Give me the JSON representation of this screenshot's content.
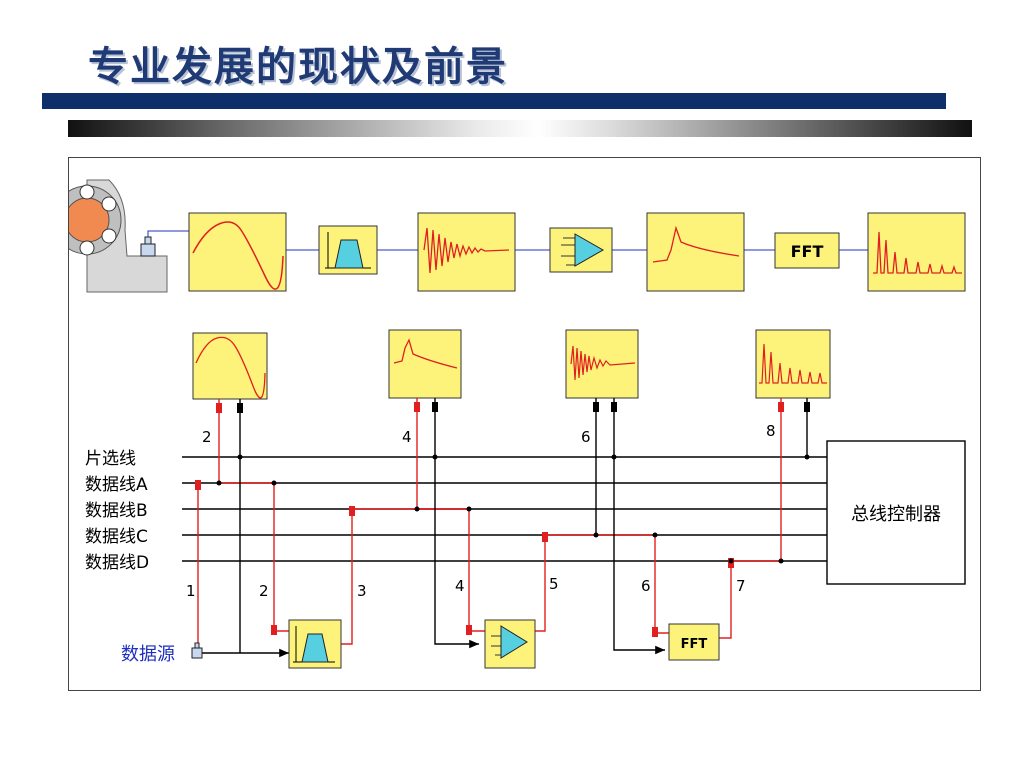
{
  "title": "专业发展的现状及前景",
  "diagram": {
    "fft_label": "FFT",
    "bus_lines": [
      "片选线",
      "数据线A",
      "数据线B",
      "数据线C",
      "数据线D"
    ],
    "controller": "总线控制器",
    "source": "数据源",
    "top_numbers": [
      "2",
      "4",
      "6",
      "8"
    ],
    "bottom_numbers": [
      "1",
      "2",
      "3",
      "4",
      "5",
      "6",
      "7"
    ]
  },
  "colors": {
    "title": "#1f3a74",
    "accent_bar": "#0f2f6b",
    "box_fill": "#fdf37a",
    "signal": "#e02020",
    "filter": "#56d0e0"
  }
}
